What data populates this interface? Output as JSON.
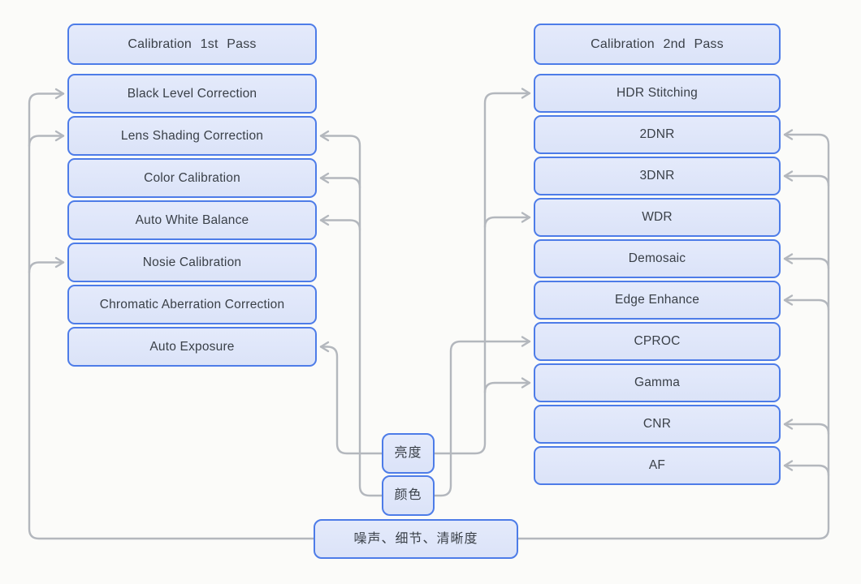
{
  "columns": {
    "first_pass": {
      "header": "Calibration  1st  Pass",
      "items": [
        "Black Level Correction",
        "Lens Shading Correction",
        "Color Calibration",
        "Auto White Balance",
        "Nosie Calibration",
        "Chromatic Aberration Correction",
        "Auto Exposure"
      ]
    },
    "second_pass": {
      "header": "Calibration  2nd  Pass",
      "items": [
        "HDR Stitching",
        "2DNR",
        "3DNR",
        "WDR",
        "Demosaic",
        "Edge Enhance",
        "CPROC",
        "Gamma",
        "CNR",
        "AF"
      ]
    }
  },
  "tuning": {
    "brightness": "亮度",
    "color": "颜色",
    "noise_detail_sharpness": "噪声、细节、清晰度"
  },
  "connections": [
    {
      "from": "噪声、细节、清晰度",
      "to": [
        "Black Level Correction",
        "Lens Shading Correction",
        "Nosie Calibration",
        "2DNR",
        "3DNR",
        "Demosaic",
        "Edge Enhance",
        "CNR",
        "AF"
      ]
    },
    {
      "from": "亮度",
      "to": [
        "Auto Exposure",
        "HDR Stitching",
        "WDR",
        "Gamma"
      ]
    },
    {
      "from": "颜色",
      "to": [
        "Lens Shading Correction",
        "Color Calibration",
        "Auto White Balance",
        "CPROC"
      ]
    }
  ],
  "colors": {
    "box_fill": "#dfe6f9",
    "box_border": "#4d7ce8",
    "connector": "#b3b7bd",
    "text": "#3a4048",
    "background": "#fbfbf9"
  }
}
